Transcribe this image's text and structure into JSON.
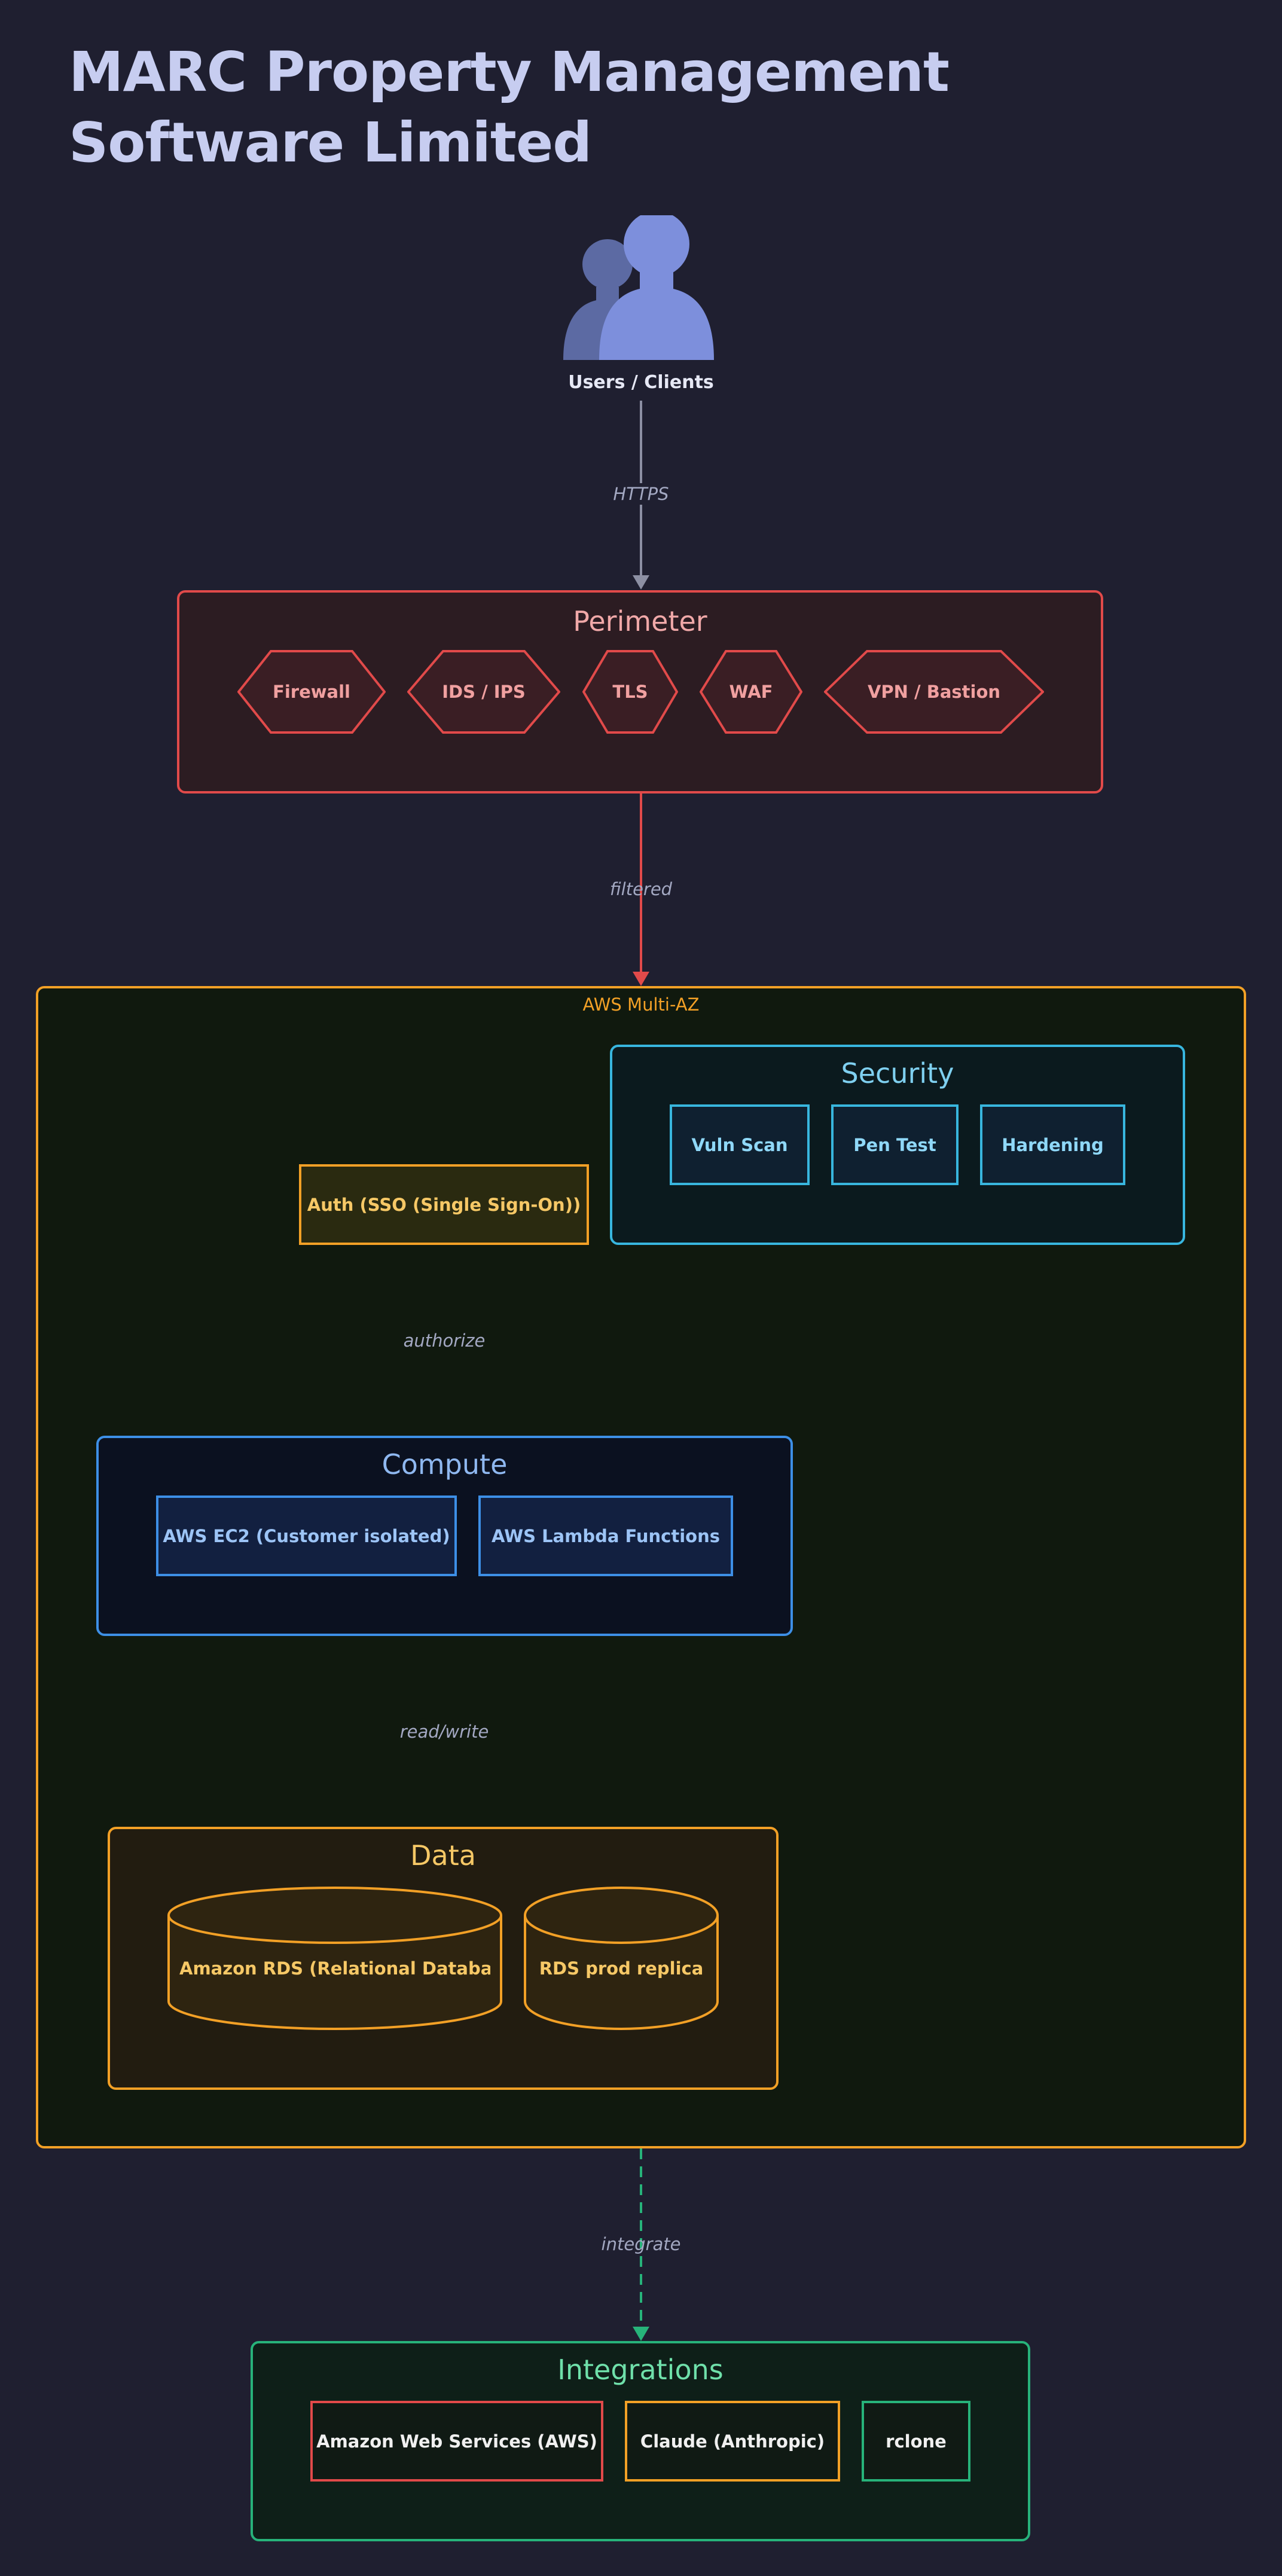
{
  "title": "MARC Property Management Software Limited",
  "users": {
    "label": "Users / Clients",
    "icon": "users-icon"
  },
  "edges": {
    "https": "HTTPS",
    "filtered": "filtered",
    "authorize": "authorize",
    "read_write": "read/write",
    "integrate": "integrate"
  },
  "perimeter": {
    "title": "Perimeter",
    "items": [
      "Firewall",
      "IDS / IPS",
      "TLS",
      "WAF",
      "VPN / Bastion"
    ]
  },
  "aws": {
    "label": "AWS Multi-AZ",
    "security": {
      "title": "Security",
      "items": [
        "Vuln Scan",
        "Pen Test",
        "Hardening"
      ]
    },
    "auth": "Auth (SSO (Single Sign-On))",
    "compute": {
      "title": "Compute",
      "items": [
        "AWS EC2 (Customer isolated)",
        "AWS Lambda Functions"
      ]
    },
    "data": {
      "title": "Data",
      "items": [
        "Amazon RDS (Relational Databas",
        "RDS prod replica"
      ]
    }
  },
  "integrations": {
    "title": "Integrations",
    "items": [
      "Amazon Web Services (AWS)",
      "Claude (Anthropic)",
      "rclone"
    ]
  },
  "colors": {
    "background": "#1f1f30",
    "perimeter": "#e14a4a",
    "aws": "#f2a026",
    "security": "#38b6de",
    "compute": "#3d8fe6",
    "data": "#f2a026",
    "integrations": "#27b37a",
    "edge_label": "#a3a8c2"
  }
}
